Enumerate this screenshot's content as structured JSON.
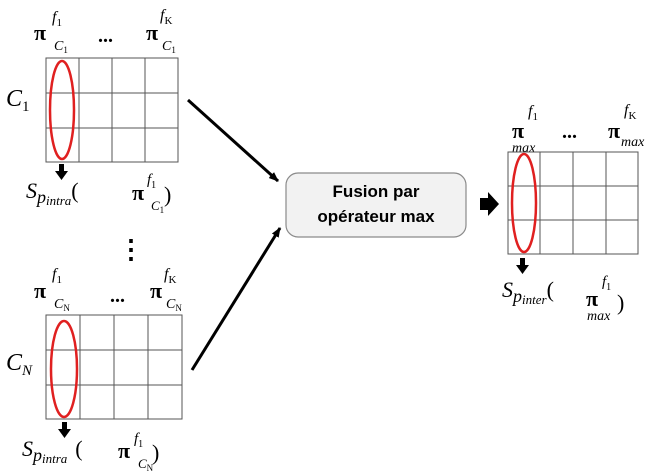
{
  "matrix_c1": {
    "label_main": "C",
    "label_sub": "1",
    "col_first": {
      "base": "π",
      "sup": "f",
      "sup_sub": "1",
      "sub": "C",
      "sub_sub": "1"
    },
    "col_dots": "...",
    "col_last": {
      "base": "π",
      "sup": "f",
      "sup_sub": "K",
      "sub": "C",
      "sub_sub": "1"
    },
    "score": {
      "s": "S",
      "sub": "p",
      "sub_sub": "intra",
      "open": "(",
      "close": ")"
    }
  },
  "vertical_dots": "⋮",
  "matrix_cn": {
    "label_main": "C",
    "label_sub": "N",
    "col_first": {
      "base": "π",
      "sup": "f",
      "sup_sub": "1",
      "sub": "C",
      "sub_sub": "N"
    },
    "col_dots": "...",
    "col_last": {
      "base": "π",
      "sup": "f",
      "sup_sub": "K",
      "sub": "C",
      "sub_sub": "N"
    },
    "score": {
      "s": "S",
      "sub": "p",
      "sub_sub": "intra",
      "open": "(",
      "close": ")"
    }
  },
  "fusion_box": {
    "line1": "Fusion par",
    "line2": "opérateur max"
  },
  "matrix_max": {
    "col_first": {
      "base": "π",
      "sup": "f",
      "sup_sub": "1",
      "sub": "max"
    },
    "col_dots": "...",
    "col_last": {
      "base": "π",
      "sup": "f",
      "sup_sub": "K",
      "sub": "max"
    },
    "score": {
      "s": "S",
      "sub": "p",
      "sub_sub": "inter",
      "open": "(",
      "close": ")"
    }
  },
  "colors": {
    "highlight": "#e02020",
    "grid": "#555555",
    "box_fill": "#f2f2f2",
    "box_stroke": "#8a8a8a",
    "text": "#000000"
  }
}
